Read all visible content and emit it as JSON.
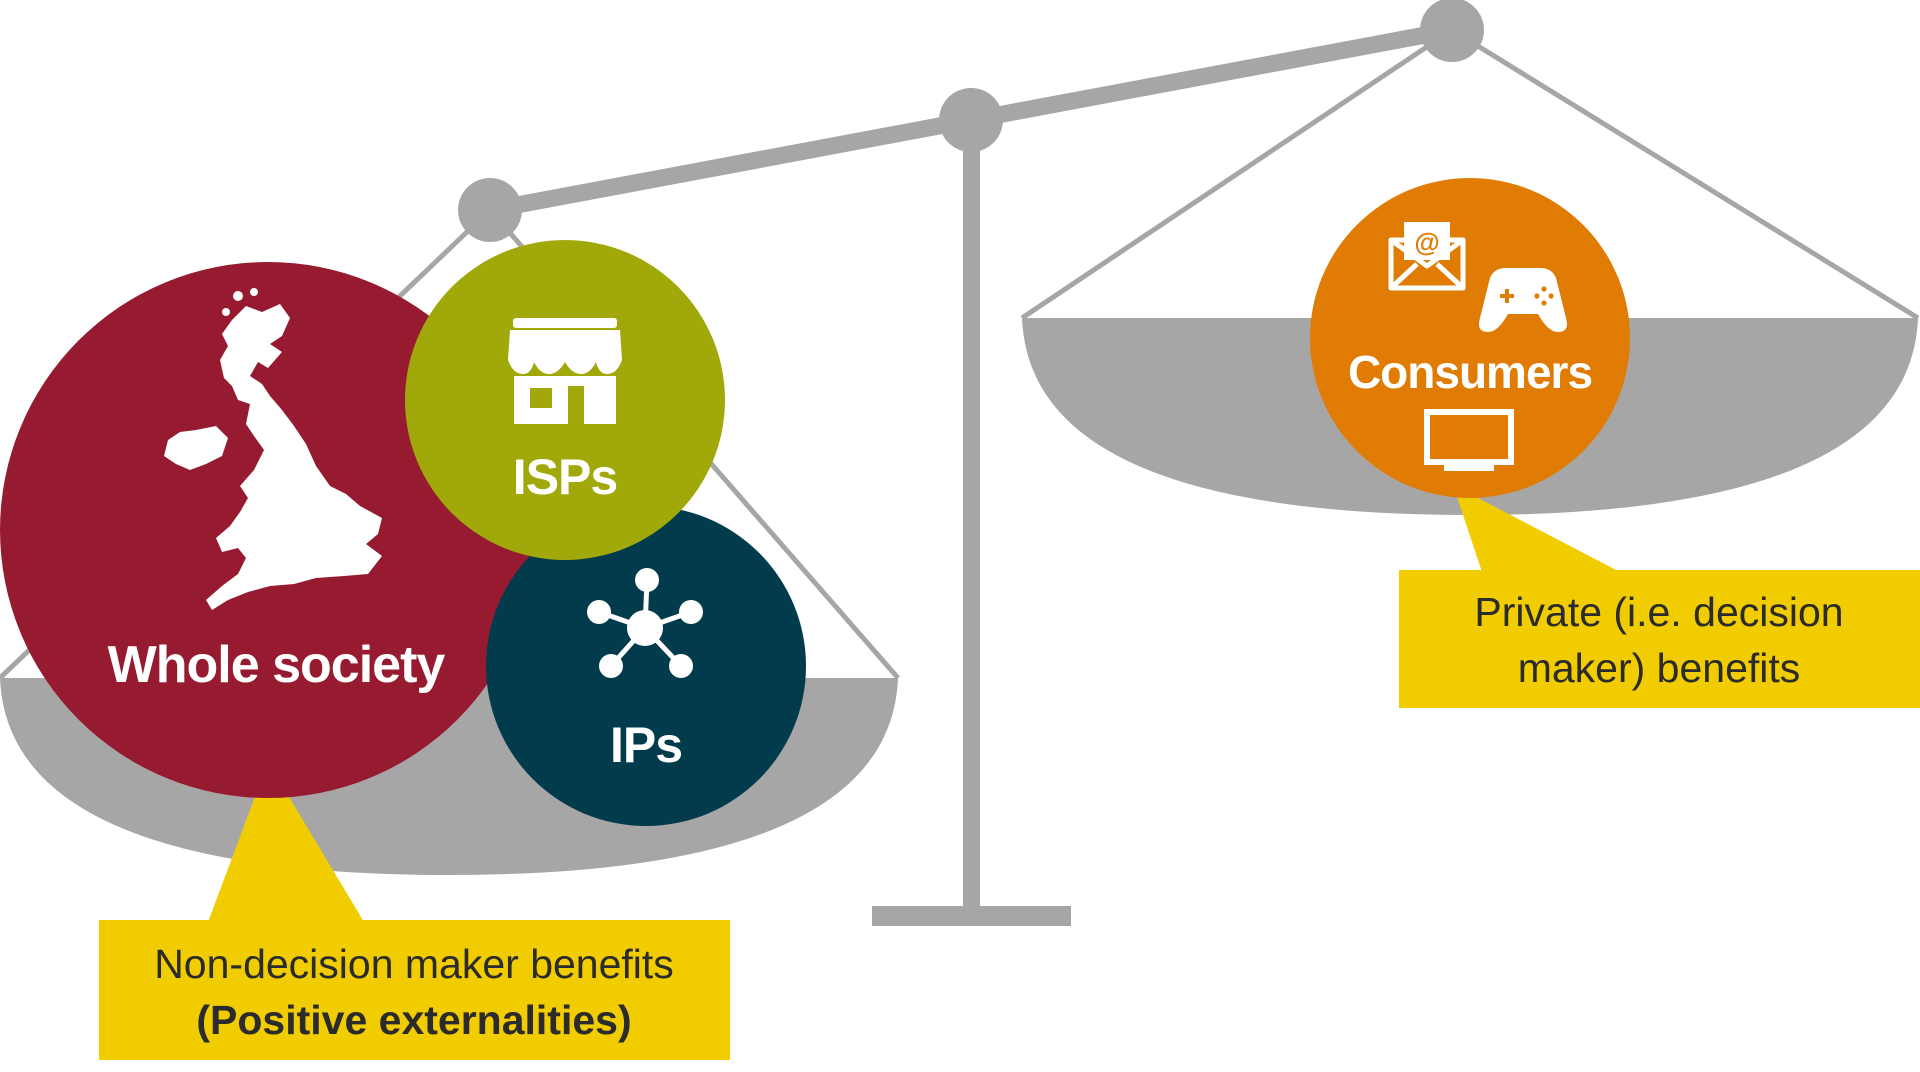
{
  "colors": {
    "scale_grey": "#a6a6a6",
    "whole_society": "#961b31",
    "isps": "#a1a80a",
    "ips": "#023b4b",
    "consumers": "#e07c03",
    "callout": "#f1cc00",
    "icon": "#ffffff",
    "text_dark": "#2b2b2b"
  },
  "groups": {
    "whole_society": {
      "label": "Whole society",
      "icon": "uk-map-icon"
    },
    "isps": {
      "label": "ISPs",
      "icon": "storefront-icon"
    },
    "ips": {
      "label": "IPs",
      "icon": "network-hub-icon"
    },
    "consumers": {
      "label": "Consumers",
      "icons": [
        "email-envelope-icon",
        "gamepad-icon",
        "tv-monitor-icon"
      ]
    }
  },
  "callouts": {
    "left": {
      "line1": "Non-decision maker benefits",
      "line2": "(Positive externalities)"
    },
    "right": {
      "line1": "Private (i.e. decision",
      "line2": "maker) benefits"
    }
  }
}
